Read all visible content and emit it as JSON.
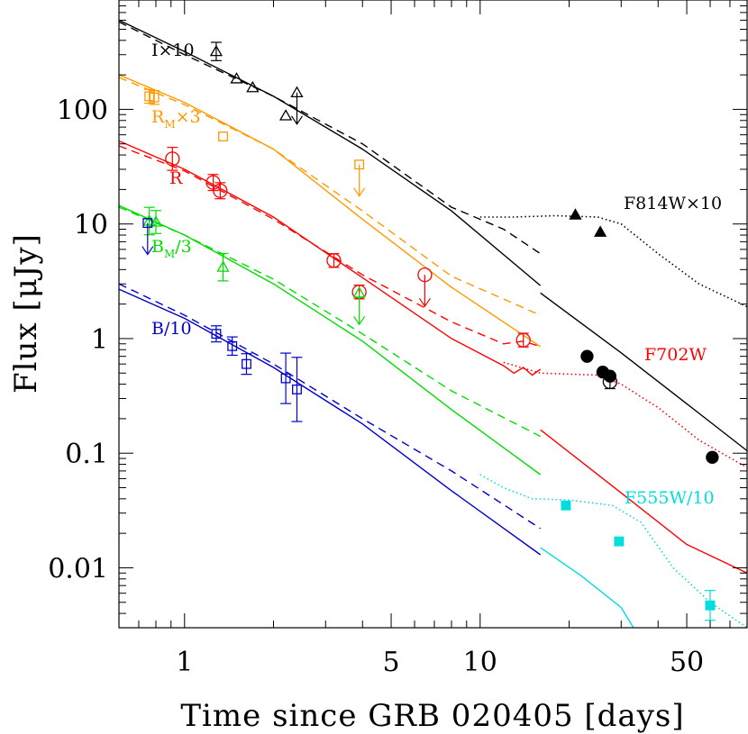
{
  "chart_data": {
    "type": "scatter",
    "xlabel": "Time since GRB 020405 [days]",
    "ylabel": "Flux [μJy]",
    "xscale": "log",
    "yscale": "log",
    "xlim": [
      0.6,
      80
    ],
    "ylim": [
      0.003,
      900
    ],
    "x_ticks": [
      1,
      5,
      10,
      50
    ],
    "y_ticks": [
      {
        "value": 100,
        "label": "100"
      },
      {
        "value": 10,
        "label": "10"
      },
      {
        "value": 1,
        "label": "1"
      },
      {
        "value": 0.1,
        "label": "0.1"
      },
      {
        "value": 0.01,
        "label": "0.01"
      }
    ],
    "colors": {
      "I": "#000000",
      "R_M": "#ff9900",
      "R": "#ff0000",
      "B_M": "#00dd00",
      "B": "#0000cc",
      "F555W": "#00dddd"
    },
    "labels": {
      "I": "I×10",
      "R_M": "R",
      "R_M_sub": "M",
      "R_M_suffix": "×3",
      "R": "R",
      "B_M": "B",
      "B_M_sub": "M",
      "B_M_suffix": "/3",
      "B": "B/10",
      "F814W": "F814W×10",
      "F702W": "F702W",
      "F555W": "F555W/10"
    },
    "series": [
      {
        "key": "I",
        "marker": "triangle-open",
        "points": [
          {
            "x": 1.28,
            "y": 320,
            "err": 0.08
          },
          {
            "x": 1.5,
            "y": 185
          },
          {
            "x": 1.7,
            "y": 155
          },
          {
            "x": 2.2,
            "y": 88
          },
          {
            "x": 2.4,
            "y": 140,
            "upper": true
          }
        ]
      },
      {
        "key": "R_M",
        "marker": "square-open",
        "points": [
          {
            "x": 0.76,
            "y": 130,
            "err": 0.06
          },
          {
            "x": 0.79,
            "y": 127,
            "err": 0.06
          },
          {
            "x": 1.35,
            "y": 58
          },
          {
            "x": 3.9,
            "y": 33,
            "upper": true
          }
        ]
      },
      {
        "key": "R",
        "marker": "circle-open",
        "points": [
          {
            "x": 0.91,
            "y": 37,
            "err": 0.1
          },
          {
            "x": 1.25,
            "y": 23,
            "err": 0.07
          },
          {
            "x": 1.32,
            "y": 19.5,
            "err": 0.07
          },
          {
            "x": 3.2,
            "y": 4.8,
            "err": 0.06
          },
          {
            "x": 3.9,
            "y": 2.55,
            "err": 0.06
          },
          {
            "x": 6.5,
            "y": 3.6,
            "upper": true
          },
          {
            "x": 14,
            "y": 0.97,
            "err": 0.06
          }
        ]
      },
      {
        "key": "B_M",
        "marker": "triangle-open",
        "points": [
          {
            "x": 0.76,
            "y": 10.6,
            "err": 0.12
          },
          {
            "x": 0.8,
            "y": 10.4,
            "err": 0.1
          },
          {
            "x": 1.35,
            "y": 4.2,
            "err": 0.12
          },
          {
            "x": 3.9,
            "y": 2.5,
            "upper": true
          }
        ]
      },
      {
        "key": "B",
        "marker": "square-open",
        "points": [
          {
            "x": 0.75,
            "y": 10.2,
            "upper": true
          },
          {
            "x": 1.28,
            "y": 1.1,
            "err": 0.07
          },
          {
            "x": 1.45,
            "y": 0.86,
            "err": 0.08
          },
          {
            "x": 1.62,
            "y": 0.6,
            "err": 0.09
          },
          {
            "x": 2.2,
            "y": 0.45,
            "err": 0.22
          },
          {
            "x": 2.4,
            "y": 0.36,
            "err": 0.28
          }
        ]
      },
      {
        "key": "F814W",
        "marker": "triangle-filled",
        "points": [
          {
            "x": 21,
            "y": 12
          },
          {
            "x": 25.5,
            "y": 8.5
          }
        ]
      },
      {
        "key": "F702W",
        "marker": "circle-filled",
        "points": [
          {
            "x": 23,
            "y": 0.7
          },
          {
            "x": 26,
            "y": 0.51
          },
          {
            "x": 27.5,
            "y": 0.47
          },
          {
            "x": 27.5,
            "y": 0.42,
            "open": true,
            "err": 0.06
          },
          {
            "x": 61,
            "y": 0.092
          }
        ]
      },
      {
        "key": "F555W",
        "marker": "square-filled",
        "points": [
          {
            "x": 19.5,
            "y": 0.035
          },
          {
            "x": 29.5,
            "y": 0.017
          },
          {
            "x": 60,
            "y": 0.0047,
            "err": 0.13
          }
        ]
      }
    ],
    "models": [
      {
        "key": "I",
        "style": "solid",
        "segments": [
          [
            [
              0.6,
              600
            ],
            [
              1,
              320
            ],
            [
              2,
              130
            ],
            [
              4,
              45
            ],
            [
              8,
              13
            ],
            [
              16,
              2.9
            ]
          ],
          [
            [
              16,
              2.5
            ],
            [
              30,
              0.75
            ],
            [
              50,
              0.27
            ],
            [
              80,
              0.105
            ]
          ]
        ]
      },
      {
        "key": "I",
        "style": "dash",
        "segments": [
          [
            [
              0.6,
              580
            ],
            [
              1,
              300
            ],
            [
              2,
              130
            ],
            [
              4,
              50
            ],
            [
              8,
              14
            ],
            [
              12,
              9
            ],
            [
              16,
              5.5
            ]
          ]
        ]
      },
      {
        "key": "I",
        "style": "dot",
        "segments": [
          [
            [
              10,
              11.5
            ],
            [
              13,
              11.5
            ],
            [
              18,
              11.8
            ],
            [
              25,
              11.5
            ],
            [
              30,
              10
            ],
            [
              40,
              5.5
            ],
            [
              55,
              3
            ],
            [
              80,
              1.9
            ]
          ]
        ]
      },
      {
        "key": "R_M",
        "style": "solid",
        "segments": [
          [
            [
              0.6,
              200
            ],
            [
              1,
              115
            ],
            [
              2,
              45
            ],
            [
              4,
              11
            ],
            [
              8,
              2.8
            ],
            [
              16,
              0.85
            ]
          ]
        ]
      },
      {
        "key": "R_M",
        "style": "dash",
        "segments": [
          [
            [
              0.6,
              190
            ],
            [
              1,
              110
            ],
            [
              2,
              45
            ],
            [
              4,
              13
            ],
            [
              8,
              3.5
            ],
            [
              16,
              1.6
            ]
          ]
        ]
      },
      {
        "key": "R",
        "style": "solid",
        "segments": [
          [
            [
              0.6,
              53
            ],
            [
              1,
              30
            ],
            [
              2,
              11.5
            ],
            [
              4,
              3.4
            ],
            [
              8,
              1.0
            ],
            [
              12,
              0.58
            ],
            [
              13,
              0.5
            ],
            [
              14,
              0.56
            ],
            [
              15,
              0.48
            ],
            [
              16,
              0.54
            ]
          ],
          [
            [
              16,
              0.16
            ],
            [
              30,
              0.045
            ],
            [
              50,
              0.016
            ],
            [
              80,
              0.009
            ]
          ]
        ]
      },
      {
        "key": "R",
        "style": "dash",
        "segments": [
          [
            [
              0.6,
              48
            ],
            [
              1,
              29
            ],
            [
              2,
              11
            ],
            [
              4,
              3.6
            ],
            [
              8,
              1.4
            ],
            [
              12,
              0.9
            ],
            [
              14,
              0.95
            ],
            [
              16,
              0.85
            ]
          ]
        ]
      },
      {
        "key": "R",
        "style": "dot",
        "segments": [
          [
            [
              12,
              0.62
            ],
            [
              16,
              0.5
            ],
            [
              20,
              0.49
            ],
            [
              25,
              0.48
            ],
            [
              30,
              0.4
            ],
            [
              40,
              0.25
            ],
            [
              55,
              0.13
            ],
            [
              80,
              0.075
            ]
          ]
        ]
      },
      {
        "key": "B_M",
        "style": "solid",
        "segments": [
          [
            [
              0.6,
              14.5
            ],
            [
              1,
              8
            ],
            [
              2,
              3.0
            ],
            [
              4,
              0.95
            ],
            [
              8,
              0.24
            ],
            [
              16,
              0.065
            ]
          ]
        ]
      },
      {
        "key": "B_M",
        "style": "dash",
        "segments": [
          [
            [
              0.6,
              14
            ],
            [
              1,
              8
            ],
            [
              2,
              3.3
            ],
            [
              4,
              1.1
            ],
            [
              8,
              0.35
            ],
            [
              16,
              0.14
            ]
          ]
        ]
      },
      {
        "key": "B",
        "style": "solid",
        "segments": [
          [
            [
              0.6,
              2.7
            ],
            [
              1,
              1.5
            ],
            [
              2,
              0.56
            ],
            [
              4,
              0.18
            ],
            [
              8,
              0.047
            ],
            [
              16,
              0.013
            ]
          ]
        ]
      },
      {
        "key": "B",
        "style": "dash",
        "segments": [
          [
            [
              0.6,
              3.0
            ],
            [
              1,
              1.6
            ],
            [
              2,
              0.6
            ],
            [
              4,
              0.2
            ],
            [
              8,
              0.07
            ],
            [
              16,
              0.022
            ]
          ]
        ]
      },
      {
        "key": "F555W",
        "style": "solid",
        "segments": [
          [
            [
              16,
              0.015
            ],
            [
              22,
              0.0085
            ],
            [
              30,
              0.0045
            ],
            [
              33,
              0.003
            ]
          ]
        ]
      },
      {
        "key": "F555W",
        "style": "dot",
        "segments": [
          [
            [
              10,
              0.065
            ],
            [
              12,
              0.05
            ],
            [
              15,
              0.04
            ],
            [
              20,
              0.039
            ],
            [
              28,
              0.035
            ],
            [
              35,
              0.025
            ],
            [
              45,
              0.01
            ],
            [
              60,
              0.005
            ],
            [
              80,
              0.003
            ]
          ]
        ]
      }
    ]
  }
}
